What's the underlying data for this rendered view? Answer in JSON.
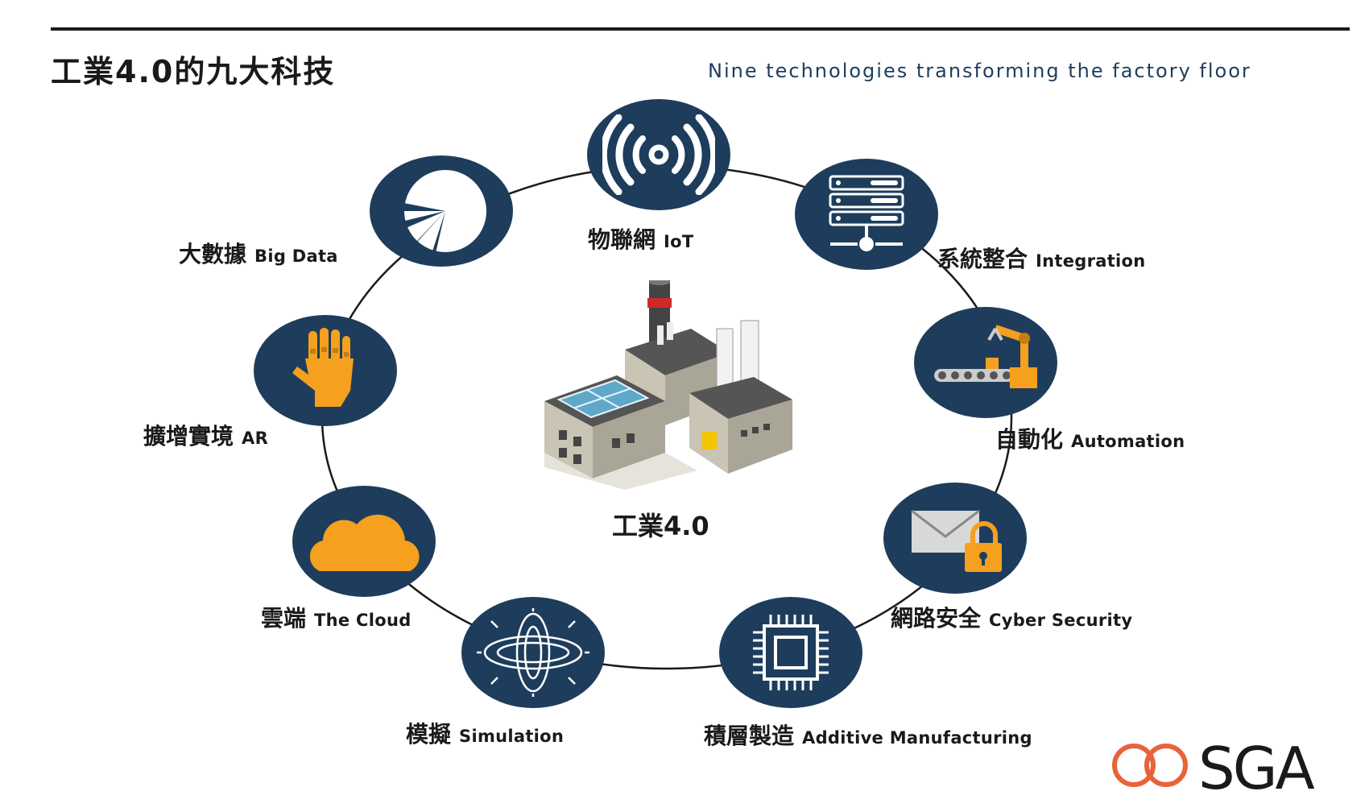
{
  "header": {
    "title": "工業4.0的九大科技",
    "subtitle": "Nine technologies transforming the factory floor"
  },
  "center": {
    "label": "工業4.0"
  },
  "technologies": [
    {
      "zh": "物聯網",
      "en": "IoT",
      "icon": "wireless-signal-icon"
    },
    {
      "zh": "系統整合",
      "en": "Integration",
      "icon": "server-rack-icon"
    },
    {
      "zh": "自動化",
      "en": "Automation",
      "icon": "robot-arm-conveyor-icon"
    },
    {
      "zh": "網路安全",
      "en": "Cyber Security",
      "icon": "locked-envelope-icon"
    },
    {
      "zh": "積層製造",
      "en": "Additive Manufacturing",
      "icon": "microchip-icon"
    },
    {
      "zh": "模擬",
      "en": "Simulation",
      "icon": "globe-orbit-icon"
    },
    {
      "zh": "雲端",
      "en": "The Cloud",
      "icon": "cloud-icon"
    },
    {
      "zh": "擴增實境",
      "en": "AR",
      "icon": "sensor-glove-icon"
    },
    {
      "zh": "大數據",
      "en": "Big Data",
      "icon": "pie-chart-icon"
    }
  ],
  "logo": {
    "text": "SGA"
  },
  "colors": {
    "navy": "#1e3d5c",
    "orange": "#f5a01e",
    "logo_red": "#e8633a"
  }
}
